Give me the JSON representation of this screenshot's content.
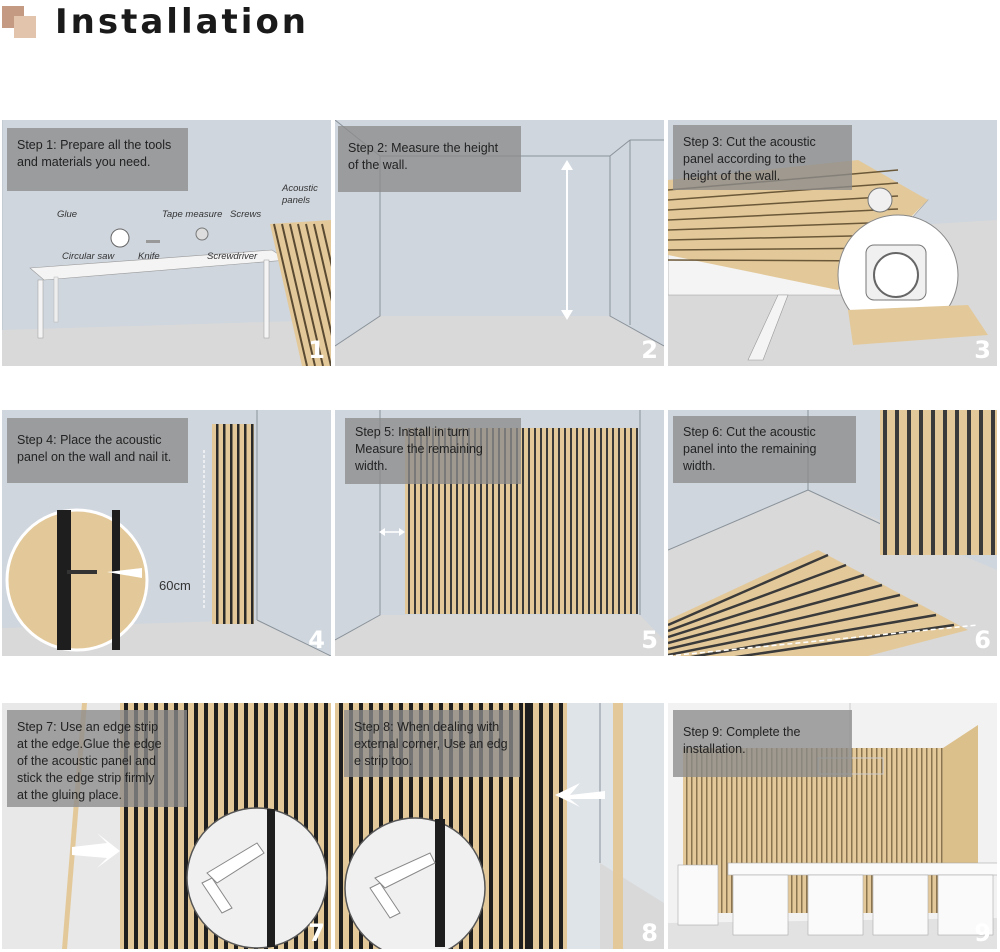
{
  "header": {
    "title": "Installation"
  },
  "steps": [
    {
      "number": "1",
      "caption": "Step 1: Prepare all the tools\nand materials you need."
    },
    {
      "number": "2",
      "caption": "Step 2: Measure the height\n of the wall."
    },
    {
      "number": "3",
      "caption": "Step 3: Cut the acoustic\npanel according to the\nheight of the wall."
    },
    {
      "number": "4",
      "caption": "Step 4: Place the acoustic\npanel on the wall and nail it."
    },
    {
      "number": "5",
      "caption": "Step 5: Install in turn\nMeasure the remaining\nwidth."
    },
    {
      "number": "6",
      "caption": "Step 6: Cut the acoustic\npanel into the remaining\n width."
    },
    {
      "number": "7",
      "caption": "Step 7: Use an edge strip\n at the edge.Glue the edge\n of the acoustic panel and\n stick the edge strip firmly\n at the gluing place."
    },
    {
      "number": "8",
      "caption": "Step 8: When dealing with\nexternal corner, Use an edg\ne strip too."
    },
    {
      "number": "9",
      "caption": "Step 9: Complete the\n installation."
    }
  ],
  "tools": {
    "glue": "Glue",
    "tape_measure": "Tape measure",
    "screws": "Screws",
    "acoustic_panels": "Acoustic\npanels",
    "circular_saw": "Circular saw",
    "knife": "Knife",
    "screwdriver": "Screwdriver"
  },
  "measurement": "60cm",
  "colors": {
    "wall": "#cfd6de",
    "floor": "#d9d9d9",
    "wood": "#e3c99a",
    "slat_gap": "#2a2a2a",
    "caption_bg": "#8c8c8c"
  }
}
